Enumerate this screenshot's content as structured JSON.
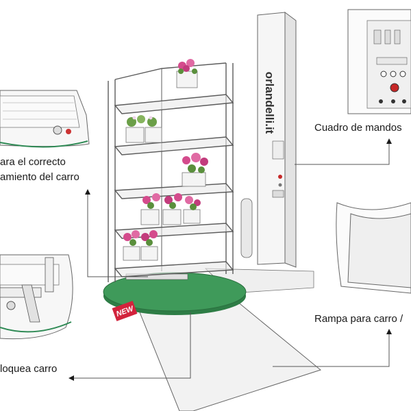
{
  "labels": {
    "control_panel": "Cuadro de mandos",
    "alignment_line1": "ara el correcto",
    "alignment_line2": "amiento del carro",
    "ramp": "Rampa para carro /",
    "cart_lock": "loquea carro"
  },
  "machine": {
    "brand_text": "orlandelli.it",
    "new_badge": "NEW"
  },
  "colors": {
    "turntable": "#3f9a5a",
    "badge": "#d2233c",
    "callout_circle": "#2f8a55",
    "line": "#555555",
    "arrow": "#1a1a1a"
  }
}
